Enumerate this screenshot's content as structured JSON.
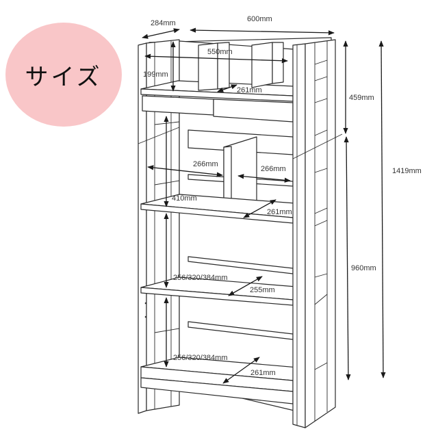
{
  "badge": {
    "label": "サイズ",
    "color": "#f9c6c8"
  },
  "dimensions": {
    "depth_total": "284mm",
    "width_total": "600mm",
    "top_inner_width": "550mm",
    "top_inner_height": "199mm",
    "top_depth": "261mm",
    "upper_section_height": "459mm",
    "total_height": "1419mm",
    "middle_left_width": "266mm",
    "middle_right_width": "266mm",
    "middle_height": "410mm",
    "middle_depth": "261mm",
    "lower_section_height": "960mm",
    "shelf1_height": "256/320/384mm",
    "shelf1_depth": "255mm",
    "shelf2_height": "256/320/384mm",
    "bottom_depth": "261mm"
  }
}
